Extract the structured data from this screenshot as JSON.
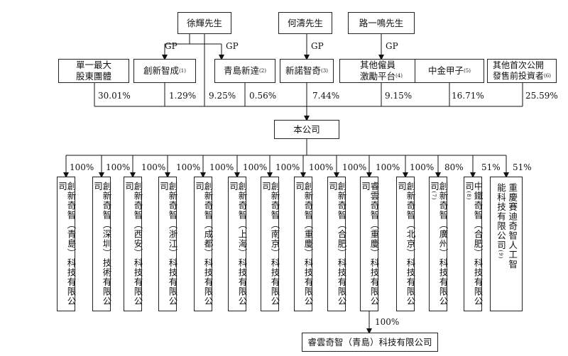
{
  "founders": [
    "徐輝先生",
    "何濤先生",
    "路一鳴先生"
  ],
  "gp_label": "GP",
  "shareholders": [
    {
      "name": "單一最大\n股東團體",
      "note": "",
      "pct": "30.01%"
    },
    {
      "name": "創新智成",
      "note": "(1)",
      "pct": "1.29%"
    },
    {
      "name": "",
      "note": "",
      "pct": "9.25%"
    },
    {
      "name": "青島新逹",
      "note": "(2)",
      "pct": "0.56%"
    },
    {
      "name": "新諾智奇",
      "note": "(3)",
      "pct": "7.44%"
    },
    {
      "name": "其他僱員\n激勵平台",
      "note": "(4)",
      "pct": "9.15%"
    },
    {
      "name": "中金甲子",
      "note": "(5)",
      "pct": "16.71%"
    },
    {
      "name": "其他首次公開\n發售前投資者",
      "note": "(6)",
      "pct": "25.59%"
    }
  ],
  "company": "本公司",
  "subsidiaries": [
    {
      "name": "創新奇智（青島）科技有限公司",
      "note": "",
      "pct": "100%"
    },
    {
      "name": "創新奇智（深圳）技術有限公司",
      "note": "",
      "pct": "100%"
    },
    {
      "name": "創新奇智（西安）科技有限公司",
      "note": "",
      "pct": "100%"
    },
    {
      "name": "創新奇智（浙江）科技有限公司",
      "note": "",
      "pct": "100%"
    },
    {
      "name": "創新奇智（成都）科技有限公司",
      "note": "",
      "pct": "100%"
    },
    {
      "name": "創新奇智（上海）科技有限公司",
      "note": "",
      "pct": "100%"
    },
    {
      "name": "創新奇智（南京）科技有限公司",
      "note": "",
      "pct": "100%"
    },
    {
      "name": "創新奇智（重慶）科技有限公司",
      "note": "",
      "pct": "100%"
    },
    {
      "name": "創新奇智（合肥）科技有限公司",
      "note": "",
      "pct": "100%"
    },
    {
      "name": "睿雲奇智（重慶）科技有限公司",
      "note": "",
      "pct": "100%"
    },
    {
      "name": "創新奇智（北京）科技有限公司",
      "note": "",
      "pct": "100%"
    },
    {
      "name": "創新奇智（廣州）科技有限公司",
      "note": "(7)",
      "pct": "80%"
    },
    {
      "name": "中鐵奇智（合肥）科技有限公司",
      "note": "(8)",
      "pct": "51%"
    },
    {
      "name": "重慶賽迪奇智人工智能科技有限公司",
      "note": "(9)",
      "pct": "51%"
    }
  ],
  "bottom_company": {
    "name": "睿雲奇智（青島）科技有限公司",
    "pct": "100%"
  }
}
